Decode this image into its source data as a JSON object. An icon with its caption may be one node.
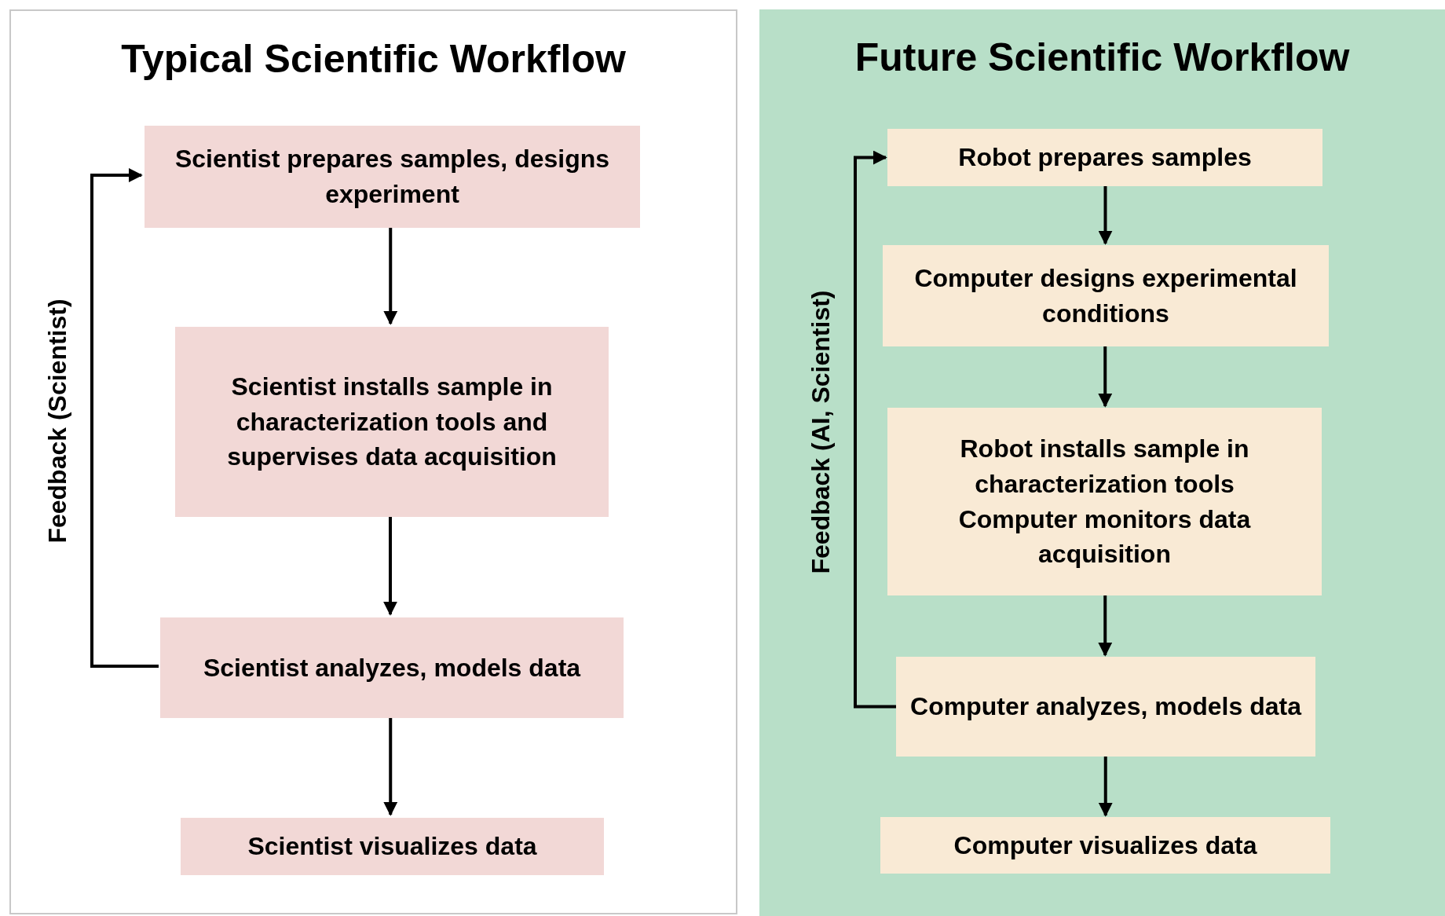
{
  "diagram": {
    "nodes": [
      {
        "text": [
          "Typical Scientific Workflow"
        ]
      },
      {
        "text": [
          "Scientist prepares samples, designs experiment"
        ],
        "in": 0
      },
      {
        "text": [
          "Scientist installs sample in characterization tools and supervises data acquisition"
        ],
        "in": 0
      },
      {
        "text": [
          "Scientist analyzes, models data"
        ],
        "in": 0
      },
      {
        "text": [
          "Scientist visualizes data"
        ],
        "in": 0
      },
      {
        "text": [
          "Future Scientific Workflow"
        ]
      },
      {
        "text": [
          "Robot prepares samples"
        ],
        "in": 5
      },
      {
        "text": [
          "Computer designs experimental conditions"
        ],
        "in": 5
      },
      {
        "text": [
          "Robot installs sample in characterization tools",
          "Computer monitors data acquisition"
        ],
        "in": 5
      },
      {
        "text": [
          "Computer analyzes, models data"
        ],
        "in": 5
      },
      {
        "text": [
          "Computer visualizes data"
        ],
        "in": 5
      }
    ],
    "edges": [
      {
        "from": 1,
        "to": 2,
        "arrow": "to"
      },
      {
        "from": 2,
        "to": 3,
        "arrow": "to"
      },
      {
        "from": 3,
        "to": 4,
        "arrow": "to"
      },
      {
        "from": 3,
        "to": 1,
        "arrow": "to",
        "label": "Feedback (Scientist)"
      },
      {
        "from": 6,
        "to": 7,
        "arrow": "to"
      },
      {
        "from": 7,
        "to": 8,
        "arrow": "to"
      },
      {
        "from": 8,
        "to": 9,
        "arrow": "to"
      },
      {
        "from": 9,
        "to": 10,
        "arrow": "to"
      },
      {
        "from": 9,
        "to": 6,
        "arrow": "to",
        "label": "Feedback (AI, Scientist)"
      }
    ]
  }
}
